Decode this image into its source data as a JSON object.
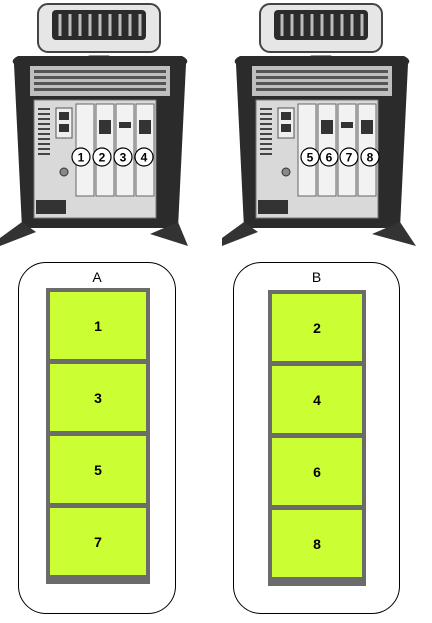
{
  "top_illustrations": {
    "left_chassis": {
      "port_labels": [
        "1",
        "2",
        "3",
        "4"
      ]
    },
    "right_chassis": {
      "port_labels": [
        "5",
        "6",
        "7",
        "8"
      ]
    }
  },
  "groups": [
    {
      "title": "A",
      "slots": [
        "1",
        "3",
        "5",
        "7"
      ]
    },
    {
      "title": "B",
      "slots": [
        "2",
        "4",
        "6",
        "8"
      ]
    }
  ],
  "colors": {
    "slot_fill": "#ccff33",
    "stack_frame": "#6b6b6b",
    "chassis_dark": "#2b2b2b",
    "chassis_silver": "#d9d9d9"
  }
}
